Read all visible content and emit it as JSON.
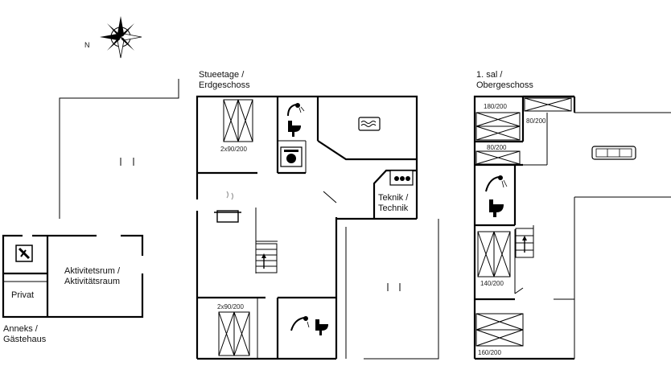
{
  "compass": {
    "north_letter": "N"
  },
  "buildings": {
    "annex": {
      "title_da": "Anneks /",
      "title_de": "Gästehaus"
    },
    "ground": {
      "title_da": "Stueetage /",
      "title_de": "Erdgeschoss"
    },
    "upper": {
      "title_da": "1. sal /",
      "title_de": "Obergeschoss"
    }
  },
  "rooms": {
    "activity_da": "Aktivitetsrum /",
    "activity_de": "Aktivitätsraum",
    "private": "Privat",
    "tech_da": "Teknik /",
    "tech_de": "Technik"
  },
  "beds": {
    "ground_top": "2x90/200",
    "ground_bottom": "2x90/200",
    "up_180": "180/200",
    "up_80a": "80/200",
    "up_80b": "80/200",
    "up_140": "140/200",
    "up_160": "160/200"
  },
  "icons": [
    "compass-icon",
    "shower-icon",
    "toilet-icon",
    "cooking-pot-icon",
    "spa-bath-icon",
    "washing-machine-icon",
    "dishwasher-icon",
    "sofa-icon",
    "stairs-icon",
    "tv-icon"
  ]
}
